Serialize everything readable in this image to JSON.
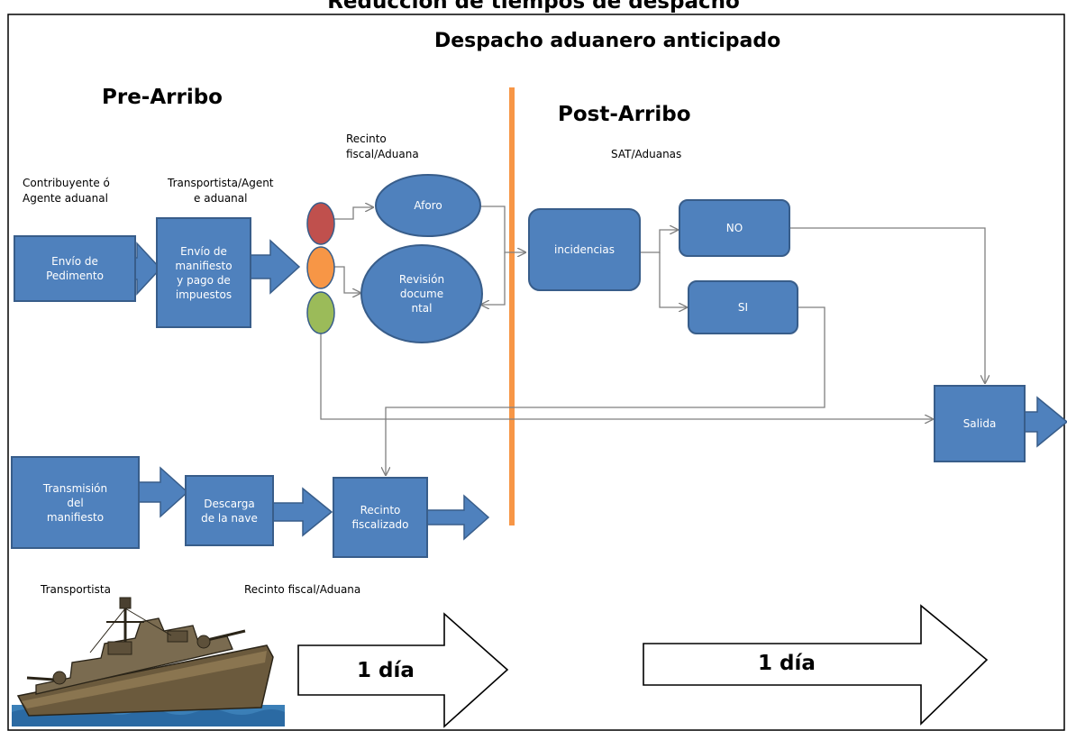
{
  "header": {
    "title": "Reducción de tiempos de despacho",
    "subtitle": "Despacho aduanero anticipado"
  },
  "sections": {
    "pre": "Pre-Arribo",
    "post": "Post-Arribo"
  },
  "actors": {
    "contribuyente": "Contribuyente ó\nAgente aduanal",
    "transportista_agente": "Transportista/Agent\ne aduanal",
    "recinto_fiscal_top": "Recinto\nfiscal/Aduana",
    "sat": "SAT/Aduanas",
    "transportista": "Transportista",
    "recinto_fiscal_bottom": "Recinto fiscal/Aduana"
  },
  "nodes": {
    "envio_pedimento": "Envío de\nPedimento",
    "envio_manifiesto": "Envío de\nmanifiesto\ny pago de\nimpuestos",
    "aforo": "Aforo",
    "revision": "Revisión\ndocume\nntal",
    "incidencias": "incidencias",
    "no": "NO",
    "si": "SI",
    "salida": "Salida",
    "transmision": "Transmisión\ndel\nmanifiesto",
    "descarga": "Descarga\nde la nave",
    "recinto_fiscalizado": "Recinto\nfiscalizado"
  },
  "timeline": {
    "left": "1 día",
    "right": "1 día"
  },
  "colors": {
    "box_fill": "#4f81bd",
    "box_stroke": "#385d8a",
    "divider": "#f79646",
    "light_red": "#c0504d",
    "light_amber": "#f79646",
    "light_green": "#9bbb59"
  },
  "icons": {
    "ship": "ship-illustration"
  }
}
